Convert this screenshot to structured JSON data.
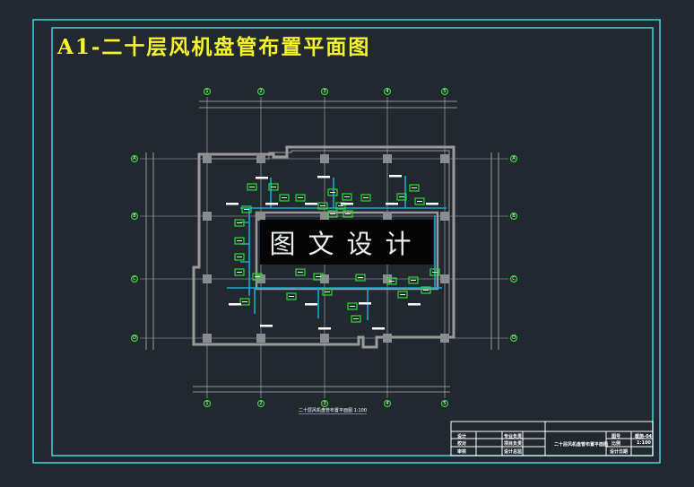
{
  "drawing": {
    "title": "A1-二十层风机盘管布置平面图",
    "watermark": "图文设计",
    "plan_caption": "二十层风机盘管布置平面图 1:100",
    "axes_columns": [
      "1",
      "2",
      "3",
      "4",
      "5"
    ],
    "axes_rows": [
      "A",
      "B",
      "C",
      "D"
    ]
  },
  "title_block": {
    "drawing_name": "二十层风机盘管布置平面图",
    "left_labels": [
      "设计",
      "校对",
      "审核"
    ],
    "mid_labels": [
      "专业负责",
      "项目负责",
      "设计总监"
    ],
    "right_labels": [
      "图号",
      "比例",
      "设计日期"
    ],
    "right_values": [
      "暖施-04",
      "1:100",
      ""
    ]
  },
  "colors": {
    "background": "#212830",
    "frame": "#3fd6e0",
    "title": "#f5f52a",
    "walls": "#9a9a9a",
    "pipes": "#1aa8d0",
    "units": "#2bdc2b"
  }
}
